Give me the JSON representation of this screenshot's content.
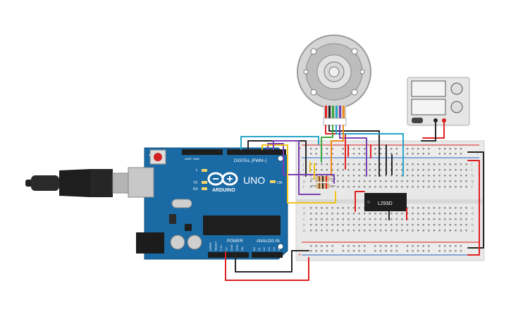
{
  "arduino": {
    "model": "UNO",
    "brand": "ARDUINO",
    "digital_label": "DIGITAL (PWM~)",
    "power_label": "POWER",
    "analog_label": "ANALOG IN",
    "led_l": "L",
    "led_tx": "TX",
    "led_rx": "RX",
    "on_label": "ON",
    "aref": "AREF",
    "gnd": "GND",
    "power_pins": [
      "IOREF",
      "RESET",
      "3.3V",
      "5V",
      "GND",
      "GND",
      "Vin"
    ],
    "analog_pins": [
      "A0",
      "A1",
      "A2",
      "A3",
      "A4",
      "A5"
    ]
  },
  "ic": {
    "label": "L293D"
  },
  "breadboard": {
    "rows_top": [
      "j",
      "i",
      "h",
      "g",
      "f"
    ],
    "rows_bottom": [
      "e",
      "d",
      "c",
      "b",
      "a"
    ],
    "plus": "+",
    "minus": "-"
  },
  "colors": {
    "arduino_blue": "#1a6aa5",
    "wire_red": "#e02020",
    "wire_black": "#262626",
    "wire_yellow": "#f0c419",
    "wire_purple": "#7a3fb0",
    "wire_green": "#3aa83a",
    "wire_cyan": "#28a5c8",
    "wire_orange": "#f08a1a"
  }
}
